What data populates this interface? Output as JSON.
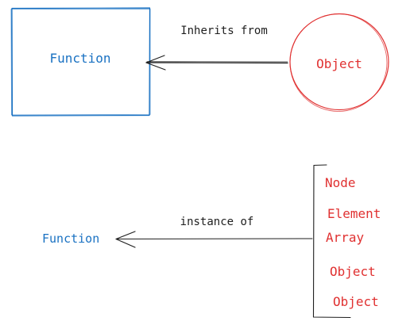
{
  "colors": {
    "blue": "#1971c2",
    "red": "#e03131",
    "ink": "#1e1e1e"
  },
  "diagram_top": {
    "box_label": "Function",
    "circle_label": "Object",
    "edge_label": "Inherits from"
  },
  "diagram_bottom": {
    "target_label": "Function",
    "edge_label": "instance of",
    "list_items": [
      "Node",
      "Element",
      "Array",
      "Object",
      "Object"
    ]
  }
}
